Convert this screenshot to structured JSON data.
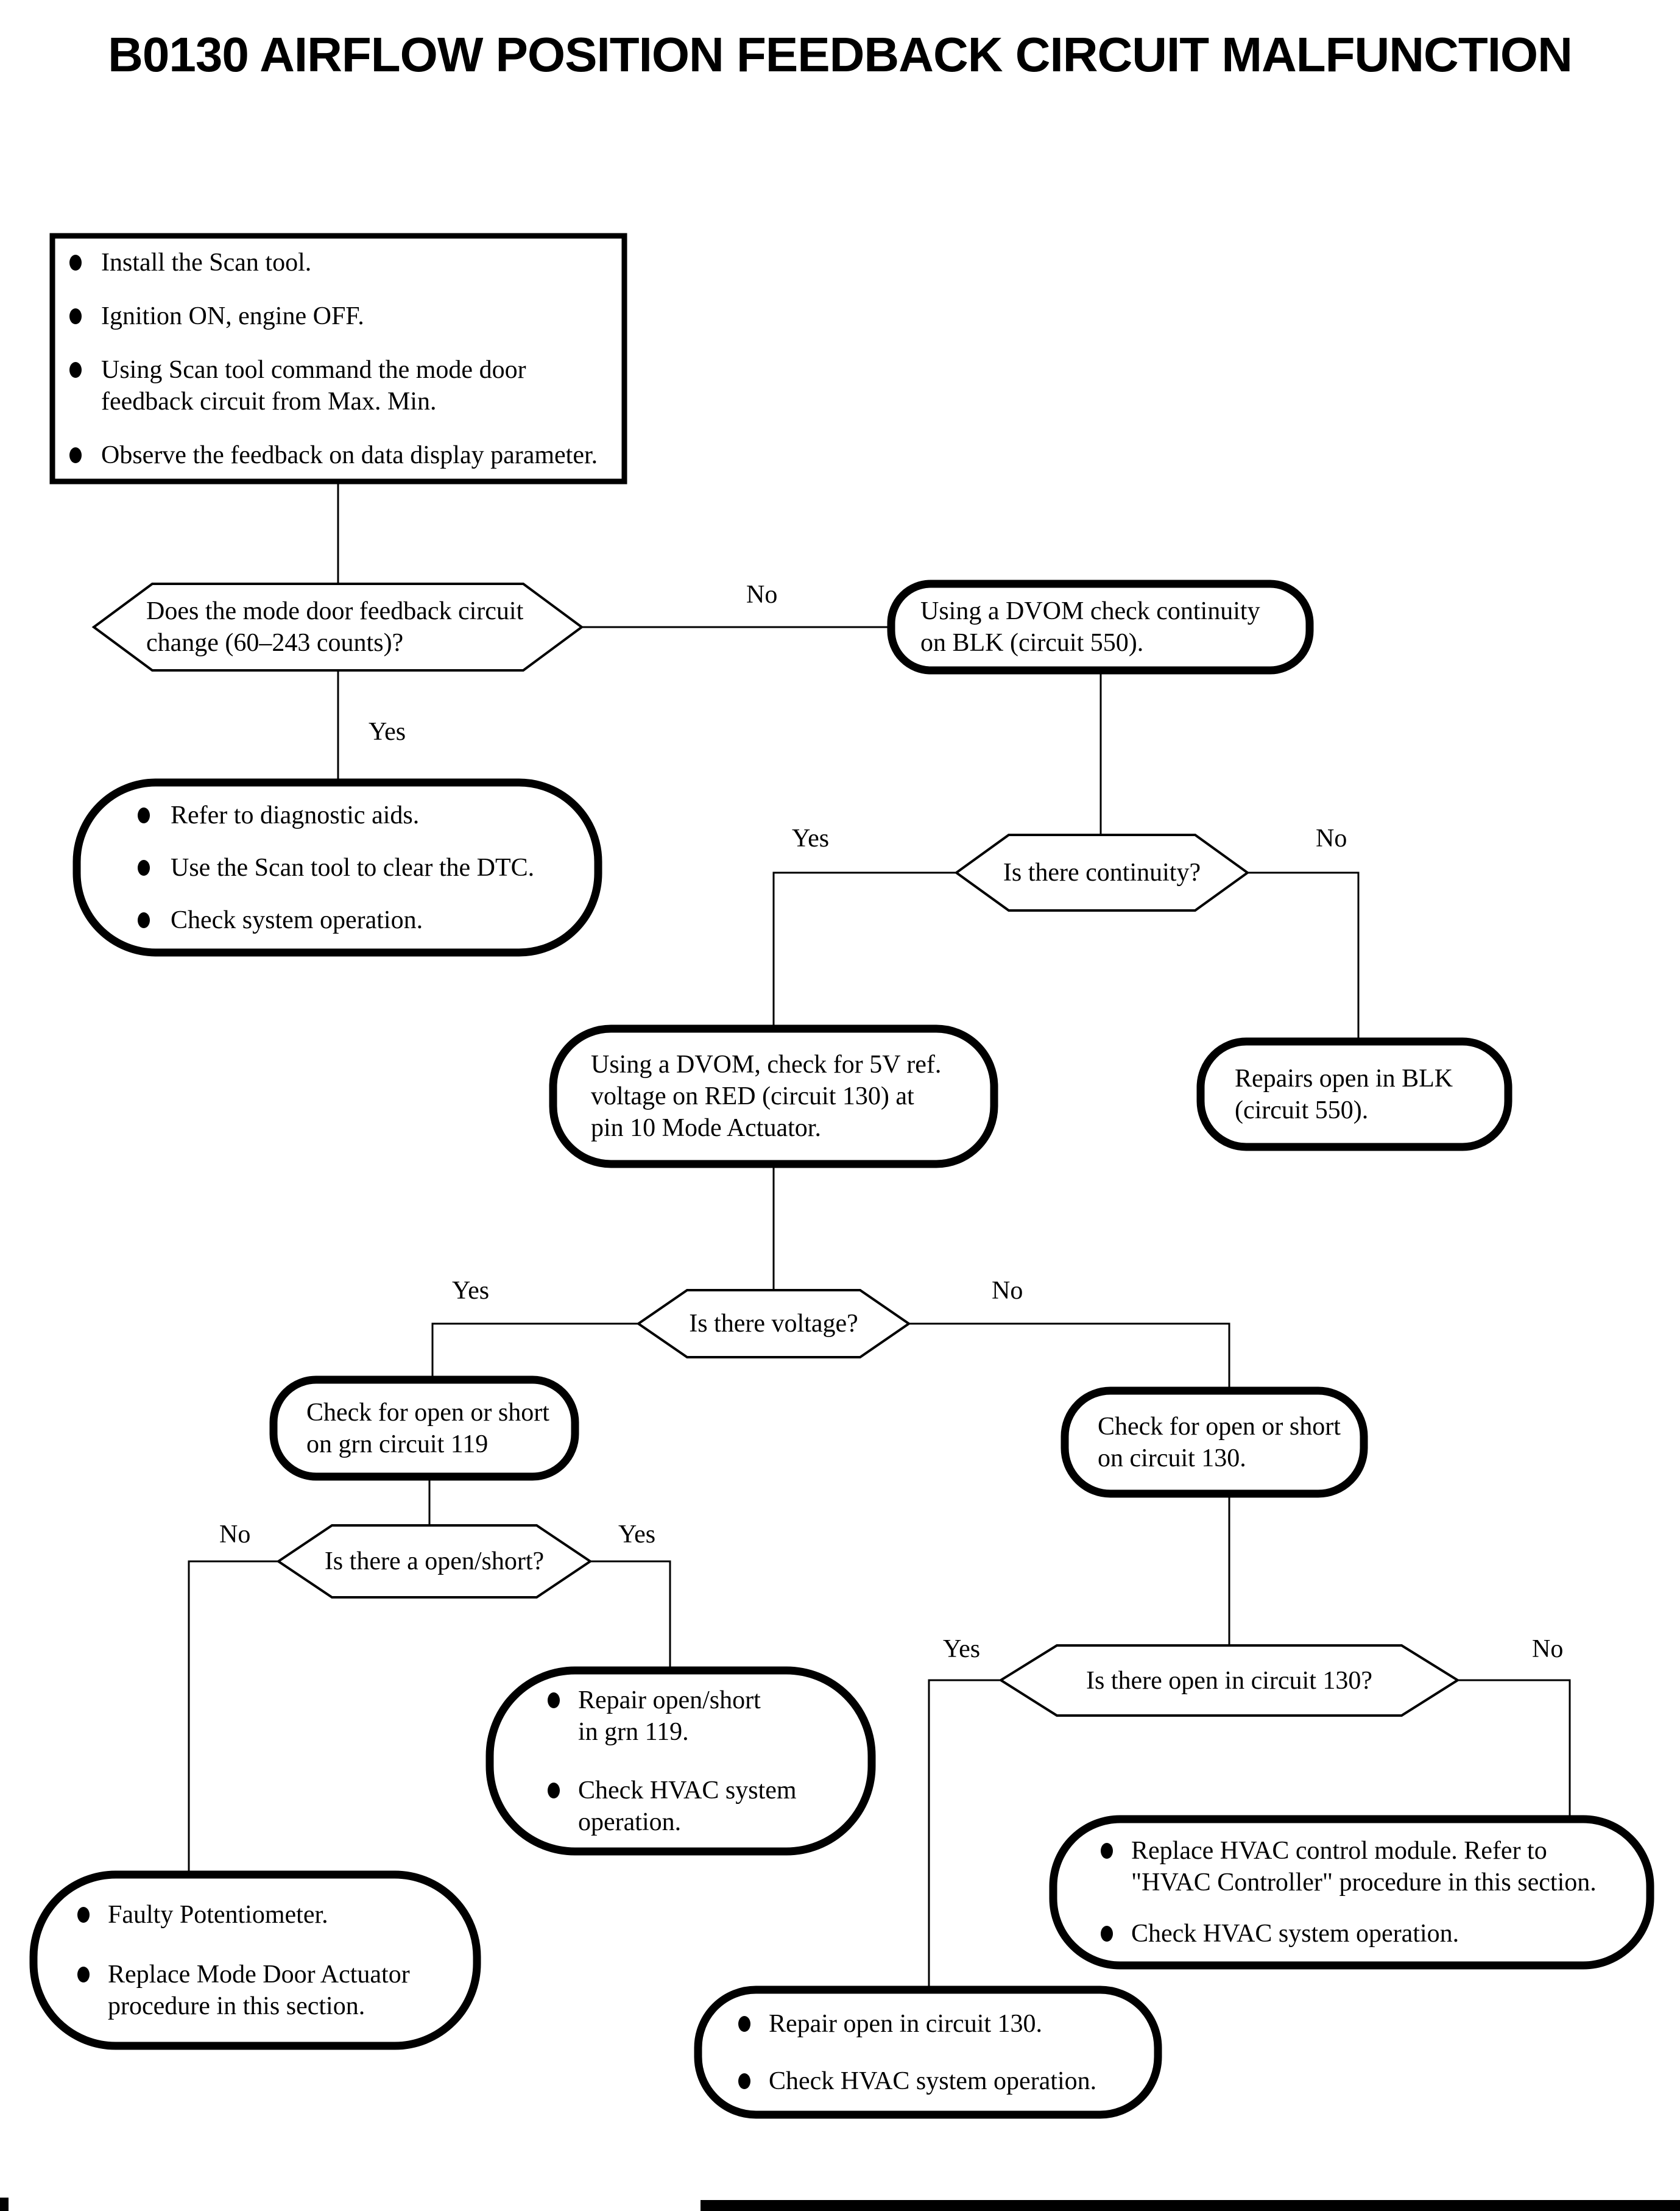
{
  "title": "B0130 AIRFLOW POSITION FEEDBACK CIRCUIT MALFUNCTION",
  "colors": {
    "ink": "#000000",
    "paper": "#ffffff"
  },
  "labels": {
    "hex1_no": "No",
    "hex1_yes": "Yes",
    "hex2_yes": "Yes",
    "hex2_no": "No",
    "hex3_yes": "Yes",
    "hex3_no": "No",
    "hex4_no": "No",
    "hex4_yes": "Yes",
    "hex5_yes": "Yes",
    "hex5_no": "No"
  },
  "nodes": {
    "start": {
      "bullets": [
        [
          "Install the Scan tool."
        ],
        [
          "Ignition ON, engine OFF."
        ],
        [
          "Using Scan tool command the mode door",
          "feedback circuit from Max. Min."
        ],
        [
          "Observe the feedback on data display parameter."
        ]
      ]
    },
    "q_feedback_change": {
      "lines": [
        "Does the mode door feedback circuit",
        "change (60–243 counts)?"
      ]
    },
    "check_continuity": {
      "lines": [
        "Using a DVOM check continuity",
        "on BLK (circuit 550)."
      ]
    },
    "diagnostic_aids": {
      "bullets": [
        [
          "Refer to diagnostic aids."
        ],
        [
          "Use the Scan tool to clear the DTC."
        ],
        [
          "Check system operation."
        ]
      ]
    },
    "q_continuity": {
      "lines": [
        "Is there continuity?"
      ]
    },
    "check_5v": {
      "lines": [
        "Using a DVOM, check for 5V ref.",
        "voltage on RED (circuit 130) at",
        "pin 10 Mode Actuator."
      ]
    },
    "repair_blk": {
      "lines": [
        "Repairs open in BLK",
        "(circuit 550)."
      ]
    },
    "q_voltage": {
      "lines": [
        "Is there voltage?"
      ]
    },
    "check_grn119": {
      "lines": [
        "Check for open or short",
        "on grn circuit 119"
      ]
    },
    "check_c130": {
      "lines": [
        "Check for open or short",
        "on circuit 130."
      ]
    },
    "q_open_short": {
      "lines": [
        "Is there a open/short?"
      ]
    },
    "repair_grn119": {
      "bullets": [
        [
          "Repair open/short",
          "in grn 119."
        ],
        [
          "Check HVAC system",
          "operation."
        ]
      ]
    },
    "q_open_c130": {
      "lines": [
        "Is there open in circuit 130?"
      ]
    },
    "faulty_pot": {
      "bullets": [
        [
          "Faulty Potentiometer."
        ],
        [
          "Replace Mode Door Actuator",
          "procedure in this section."
        ]
      ]
    },
    "replace_hvac": {
      "bullets": [
        [
          "Replace HVAC control module. Refer to",
          "\"HVAC Controller\" procedure in this section."
        ],
        [
          "Check HVAC system operation."
        ]
      ]
    },
    "repair_c130": {
      "bullets": [
        [
          "Repair open in circuit 130."
        ],
        [
          "Check HVAC system operation."
        ]
      ]
    }
  }
}
